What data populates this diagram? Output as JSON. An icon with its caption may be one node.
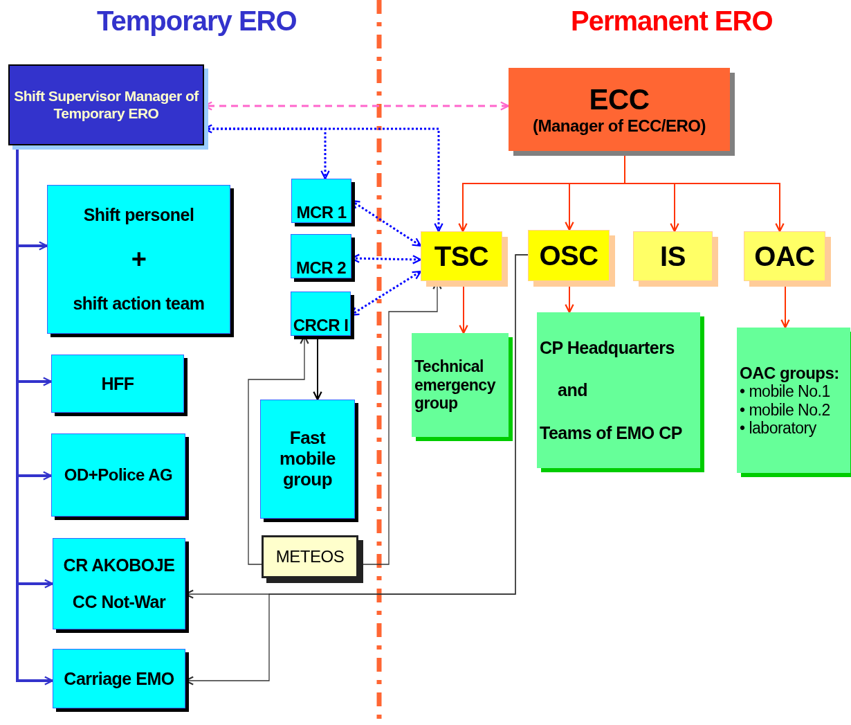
{
  "diagram": {
    "nodes": [
      {
        "text": [
          "Shift Supervisor Manager of Temporary ERO"
        ]
      },
      {
        "text": [
          "ECC",
          "(Manager of ECC/ERO)"
        ]
      },
      {
        "text": [
          "Shift personel",
          "+",
          "shift action team"
        ]
      },
      {
        "text": [
          "MCR 1"
        ]
      },
      {
        "text": [
          "MCR 2"
        ]
      },
      {
        "text": [
          "CRCR I"
        ]
      },
      {
        "text": [
          "TSC"
        ]
      },
      {
        "text": [
          "OSC"
        ]
      },
      {
        "text": [
          "IS"
        ]
      },
      {
        "text": [
          "OAC"
        ]
      },
      {
        "text": [
          "HFF"
        ]
      },
      {
        "text": [
          "OD+Police AG"
        ]
      },
      {
        "text": [
          "Fast mobile group"
        ]
      },
      {
        "text": [
          "Technical emergency group"
        ]
      },
      {
        "text": [
          "CP Headquarters",
          "and",
          "Teams of EMO CP"
        ]
      },
      {
        "text": [
          "OAC groups:",
          "• mobile No.1",
          "• mobile No.2",
          "• laboratory"
        ]
      },
      {
        "text": [
          "METEOS"
        ]
      },
      {
        "text": [
          "CR AKOBOJE",
          "CC Not-War"
        ]
      },
      {
        "text": [
          "Carriage EMO"
        ]
      }
    ],
    "edges": [
      {
        "from": 1,
        "to": 0,
        "arrow": "both",
        "style": "dashed",
        "color": "#ff66cc"
      },
      {
        "from": 0,
        "to": 6,
        "arrow": "both",
        "style": "dashed",
        "color": "#0000ff"
      },
      {
        "from": 0,
        "to": 3,
        "arrow": "to",
        "style": "dashed",
        "color": "#0000ff"
      },
      {
        "from": 3,
        "to": 6,
        "arrow": "both",
        "style": "dashed",
        "color": "#0000ff"
      },
      {
        "from": 4,
        "to": 6,
        "arrow": "both",
        "style": "dashed",
        "color": "#0000ff"
      },
      {
        "from": 5,
        "to": 6,
        "arrow": "both",
        "style": "dashed",
        "color": "#0000ff"
      },
      {
        "from": 1,
        "to": 6,
        "arrow": "to"
      },
      {
        "from": 1,
        "to": 7,
        "arrow": "to"
      },
      {
        "from": 1,
        "to": 8,
        "arrow": "to"
      },
      {
        "from": 1,
        "to": 9,
        "arrow": "to"
      },
      {
        "from": 6,
        "to": 13,
        "arrow": "to"
      },
      {
        "from": 7,
        "to": 14,
        "arrow": "to"
      },
      {
        "from": 9,
        "to": 15,
        "arrow": "to"
      },
      {
        "from": 0,
        "to": 2,
        "arrow": "to",
        "style": "thick",
        "color": "#3333cc"
      },
      {
        "from": 0,
        "to": 10,
        "arrow": "to",
        "style": "thick",
        "color": "#3333cc"
      },
      {
        "from": 0,
        "to": 11,
        "arrow": "to",
        "style": "thick",
        "color": "#3333cc"
      },
      {
        "from": 0,
        "to": 17,
        "arrow": "to",
        "style": "thick",
        "color": "#3333cc"
      },
      {
        "from": 0,
        "to": 18,
        "arrow": "to",
        "style": "thick",
        "color": "#3333cc"
      },
      {
        "from": 5,
        "to": 12,
        "arrow": "to",
        "color": "#000000"
      },
      {
        "from": 16,
        "to": 5,
        "arrow": "to",
        "color": "#333333"
      },
      {
        "from": 16,
        "to": 6,
        "arrow": "to",
        "color": "#333333"
      },
      {
        "from": 7,
        "to": 17,
        "arrow": "to",
        "color": "#333333"
      },
      {
        "from": 7,
        "to": 18,
        "arrow": "to",
        "color": "#333333"
      }
    ],
    "labels": [
      "Temporary ERO",
      "Permanent ERO"
    ]
  }
}
